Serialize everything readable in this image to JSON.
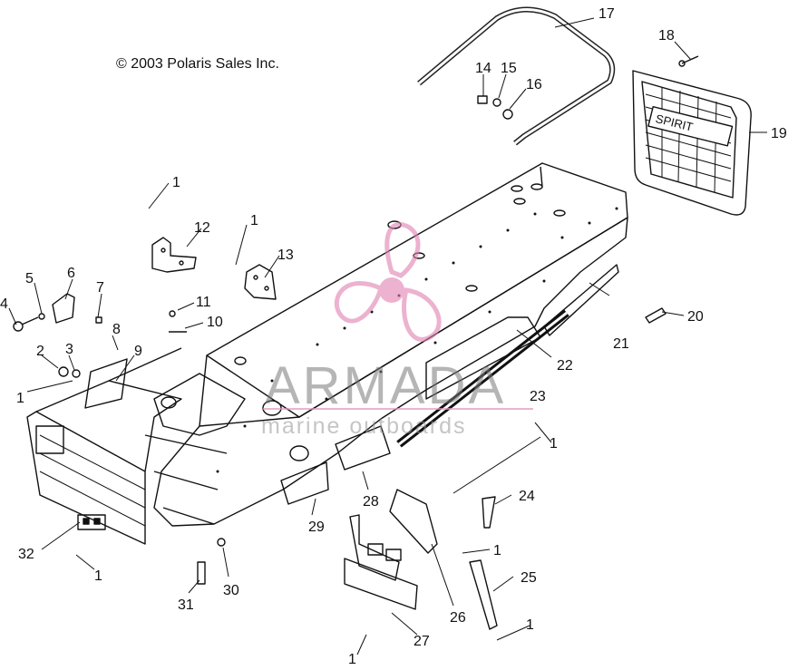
{
  "copyright": "© 2003 Polaris Sales Inc.",
  "watermark": {
    "brand": "ARMADA",
    "tagline": "marine outboards",
    "logo_icon": "propeller-logo-icon"
  },
  "callouts": [
    {
      "id": "c17",
      "label": "17"
    },
    {
      "id": "c18",
      "label": "18"
    },
    {
      "id": "c14",
      "label": "14"
    },
    {
      "id": "c15",
      "label": "15"
    },
    {
      "id": "c16",
      "label": "16"
    },
    {
      "id": "c19",
      "label": "19"
    },
    {
      "id": "c1a",
      "label": "1"
    },
    {
      "id": "c12",
      "label": "12"
    },
    {
      "id": "c1b",
      "label": "1"
    },
    {
      "id": "c13",
      "label": "13"
    },
    {
      "id": "c5",
      "label": "5"
    },
    {
      "id": "c6",
      "label": "6"
    },
    {
      "id": "c7",
      "label": "7"
    },
    {
      "id": "c4",
      "label": "4"
    },
    {
      "id": "c11",
      "label": "11"
    },
    {
      "id": "c10",
      "label": "10"
    },
    {
      "id": "c8",
      "label": "8"
    },
    {
      "id": "c2",
      "label": "2"
    },
    {
      "id": "c3",
      "label": "3"
    },
    {
      "id": "c9",
      "label": "9"
    },
    {
      "id": "c1c",
      "label": "1"
    },
    {
      "id": "c20",
      "label": "20"
    },
    {
      "id": "c21",
      "label": "21"
    },
    {
      "id": "c22",
      "label": "22"
    },
    {
      "id": "c23",
      "label": "23"
    },
    {
      "id": "c1d",
      "label": "1"
    },
    {
      "id": "c24",
      "label": "24"
    },
    {
      "id": "c28",
      "label": "28"
    },
    {
      "id": "c29",
      "label": "29"
    },
    {
      "id": "c1e",
      "label": "1"
    },
    {
      "id": "c25",
      "label": "25"
    },
    {
      "id": "c32",
      "label": "32"
    },
    {
      "id": "c1f",
      "label": "1"
    },
    {
      "id": "c30",
      "label": "30"
    },
    {
      "id": "c31",
      "label": "31"
    },
    {
      "id": "c26",
      "label": "26"
    },
    {
      "id": "c1g",
      "label": "1"
    },
    {
      "id": "c27",
      "label": "27"
    },
    {
      "id": "c1h",
      "label": "1"
    }
  ]
}
